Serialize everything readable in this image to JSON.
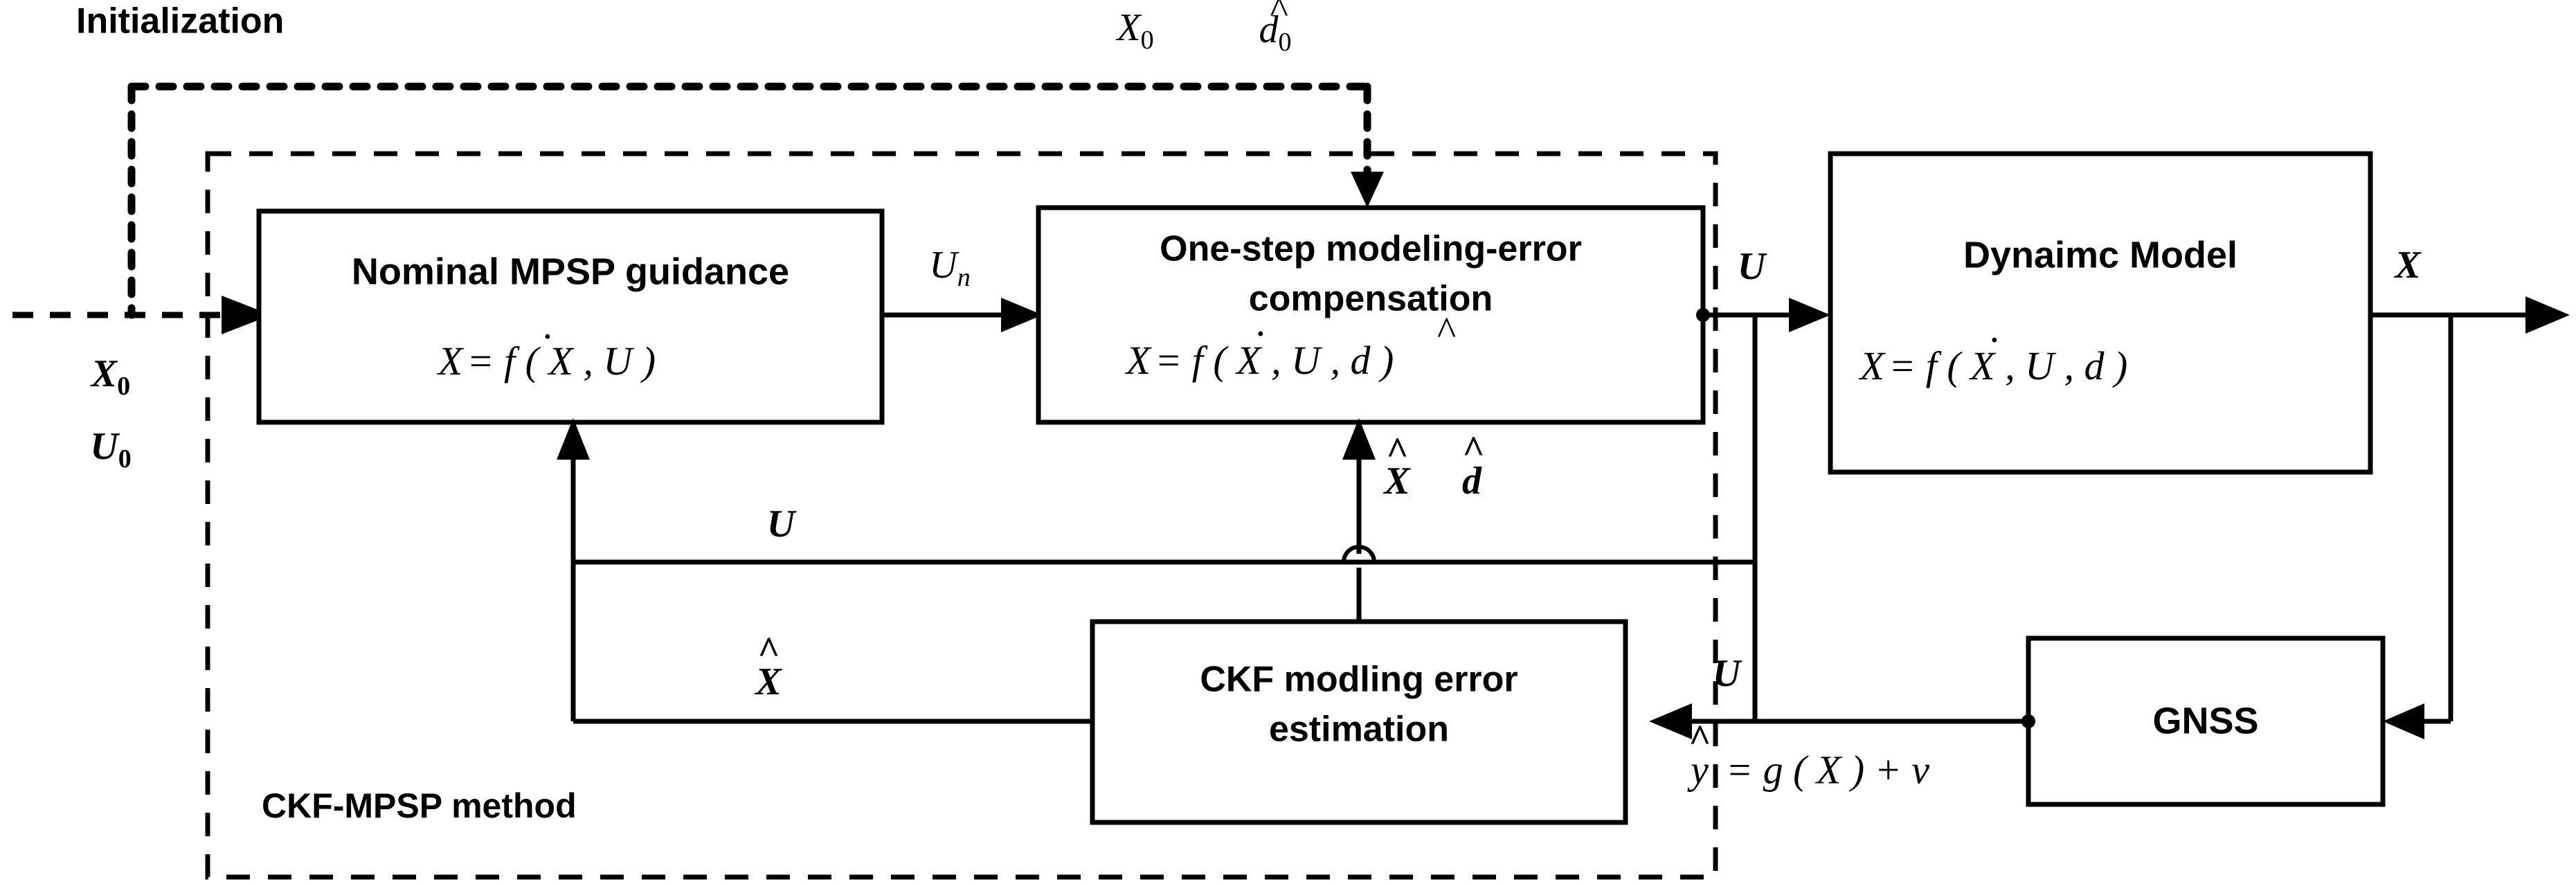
{
  "diagram": {
    "title": "CKF-MPSP guidance control block diagram",
    "background": "#ffffff",
    "line_color": "#000000"
  },
  "labels": {
    "initialization": "Initialization",
    "method_region": "CKF-MPSP method",
    "input_x0": "X",
    "input_x0_sub": "0",
    "input_u0": "U",
    "input_u0_sub": "0",
    "top_x0": "X",
    "top_x0_sub": "0",
    "top_dhat": "d",
    "top_dhat_sub": "0",
    "un": "U",
    "un_sub": "n",
    "u_right": "U",
    "u_feedback": "U",
    "u_gnss": "U",
    "x_output": "X",
    "xhat_d": "X",
    "xhat_dhat": "d",
    "xhat_feedback": "X",
    "y_equation_lhs": "y",
    "y_equation_rhs": "= g ( X ) + v"
  },
  "blocks": [
    {
      "id": "nominal-mpsp",
      "title": "Nominal MPSP guidance",
      "equation_lhs": "X",
      "equation_rhs": "= f ( X , U )"
    },
    {
      "id": "one-step-compensation",
      "title_line1": "One-step modeling-error",
      "title_line2": "compensation",
      "equation_lhs": "X",
      "equation_rhs": "= f ( X , U , d )"
    },
    {
      "id": "dynamic-model",
      "title": "Dynaimc Model",
      "equation_lhs": "X",
      "equation_rhs": "= f ( X , U , d )"
    },
    {
      "id": "ckf-estimation",
      "title_line1": "CKF modling error",
      "title_line2": "estimation"
    },
    {
      "id": "gnss",
      "title": "GNSS"
    }
  ]
}
